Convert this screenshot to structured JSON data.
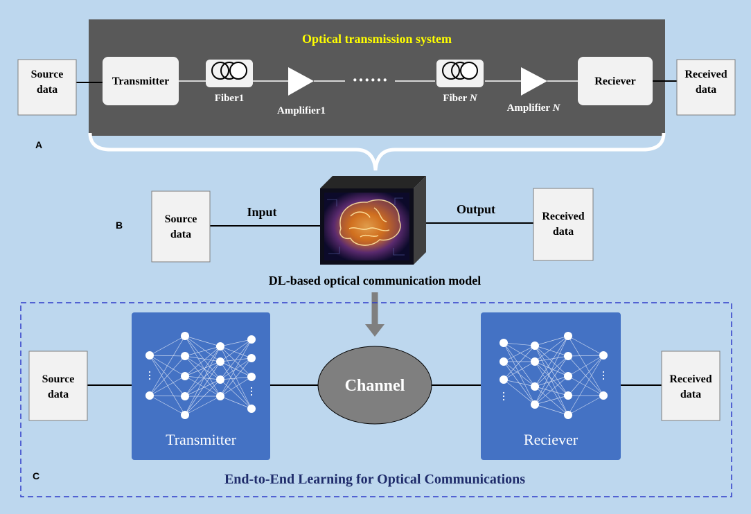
{
  "panel_a": {
    "label": "A",
    "title": "Optical transmission system",
    "source": [
      "Source",
      "data"
    ],
    "transmitter": "Transmitter",
    "fiber1": "Fiber1",
    "amplifier1": "Amplifier1",
    "dots": "······",
    "fiber_n": "Fiber ",
    "fiber_n_var": "N",
    "amplifier_n": "Amplifier ",
    "amplifier_n_var": "N",
    "receiver": "Reciever",
    "received": [
      "Received",
      "data"
    ]
  },
  "panel_b": {
    "label": "B",
    "source": [
      "Source",
      "data"
    ],
    "input": "Input",
    "output": "Output",
    "received": [
      "Received",
      "data"
    ],
    "model_caption": "DL-based optical communication model"
  },
  "panel_c": {
    "label": "C",
    "source": [
      "Source",
      "data"
    ],
    "transmitter": "Transmitter",
    "channel": "Channel",
    "receiver": "Reciever",
    "received": [
      "Received",
      "data"
    ],
    "caption": "End-to-End Learning for Optical Communications"
  },
  "colors": {
    "background": "#bdd7ee",
    "dark_panel": "#595959",
    "title_yellow": "#ffff00",
    "nn_blue": "#4472c4",
    "channel_gray": "#7f7f7f",
    "dashed_border": "#2e3cc8",
    "caption_navy": "#1f2c6b"
  }
}
